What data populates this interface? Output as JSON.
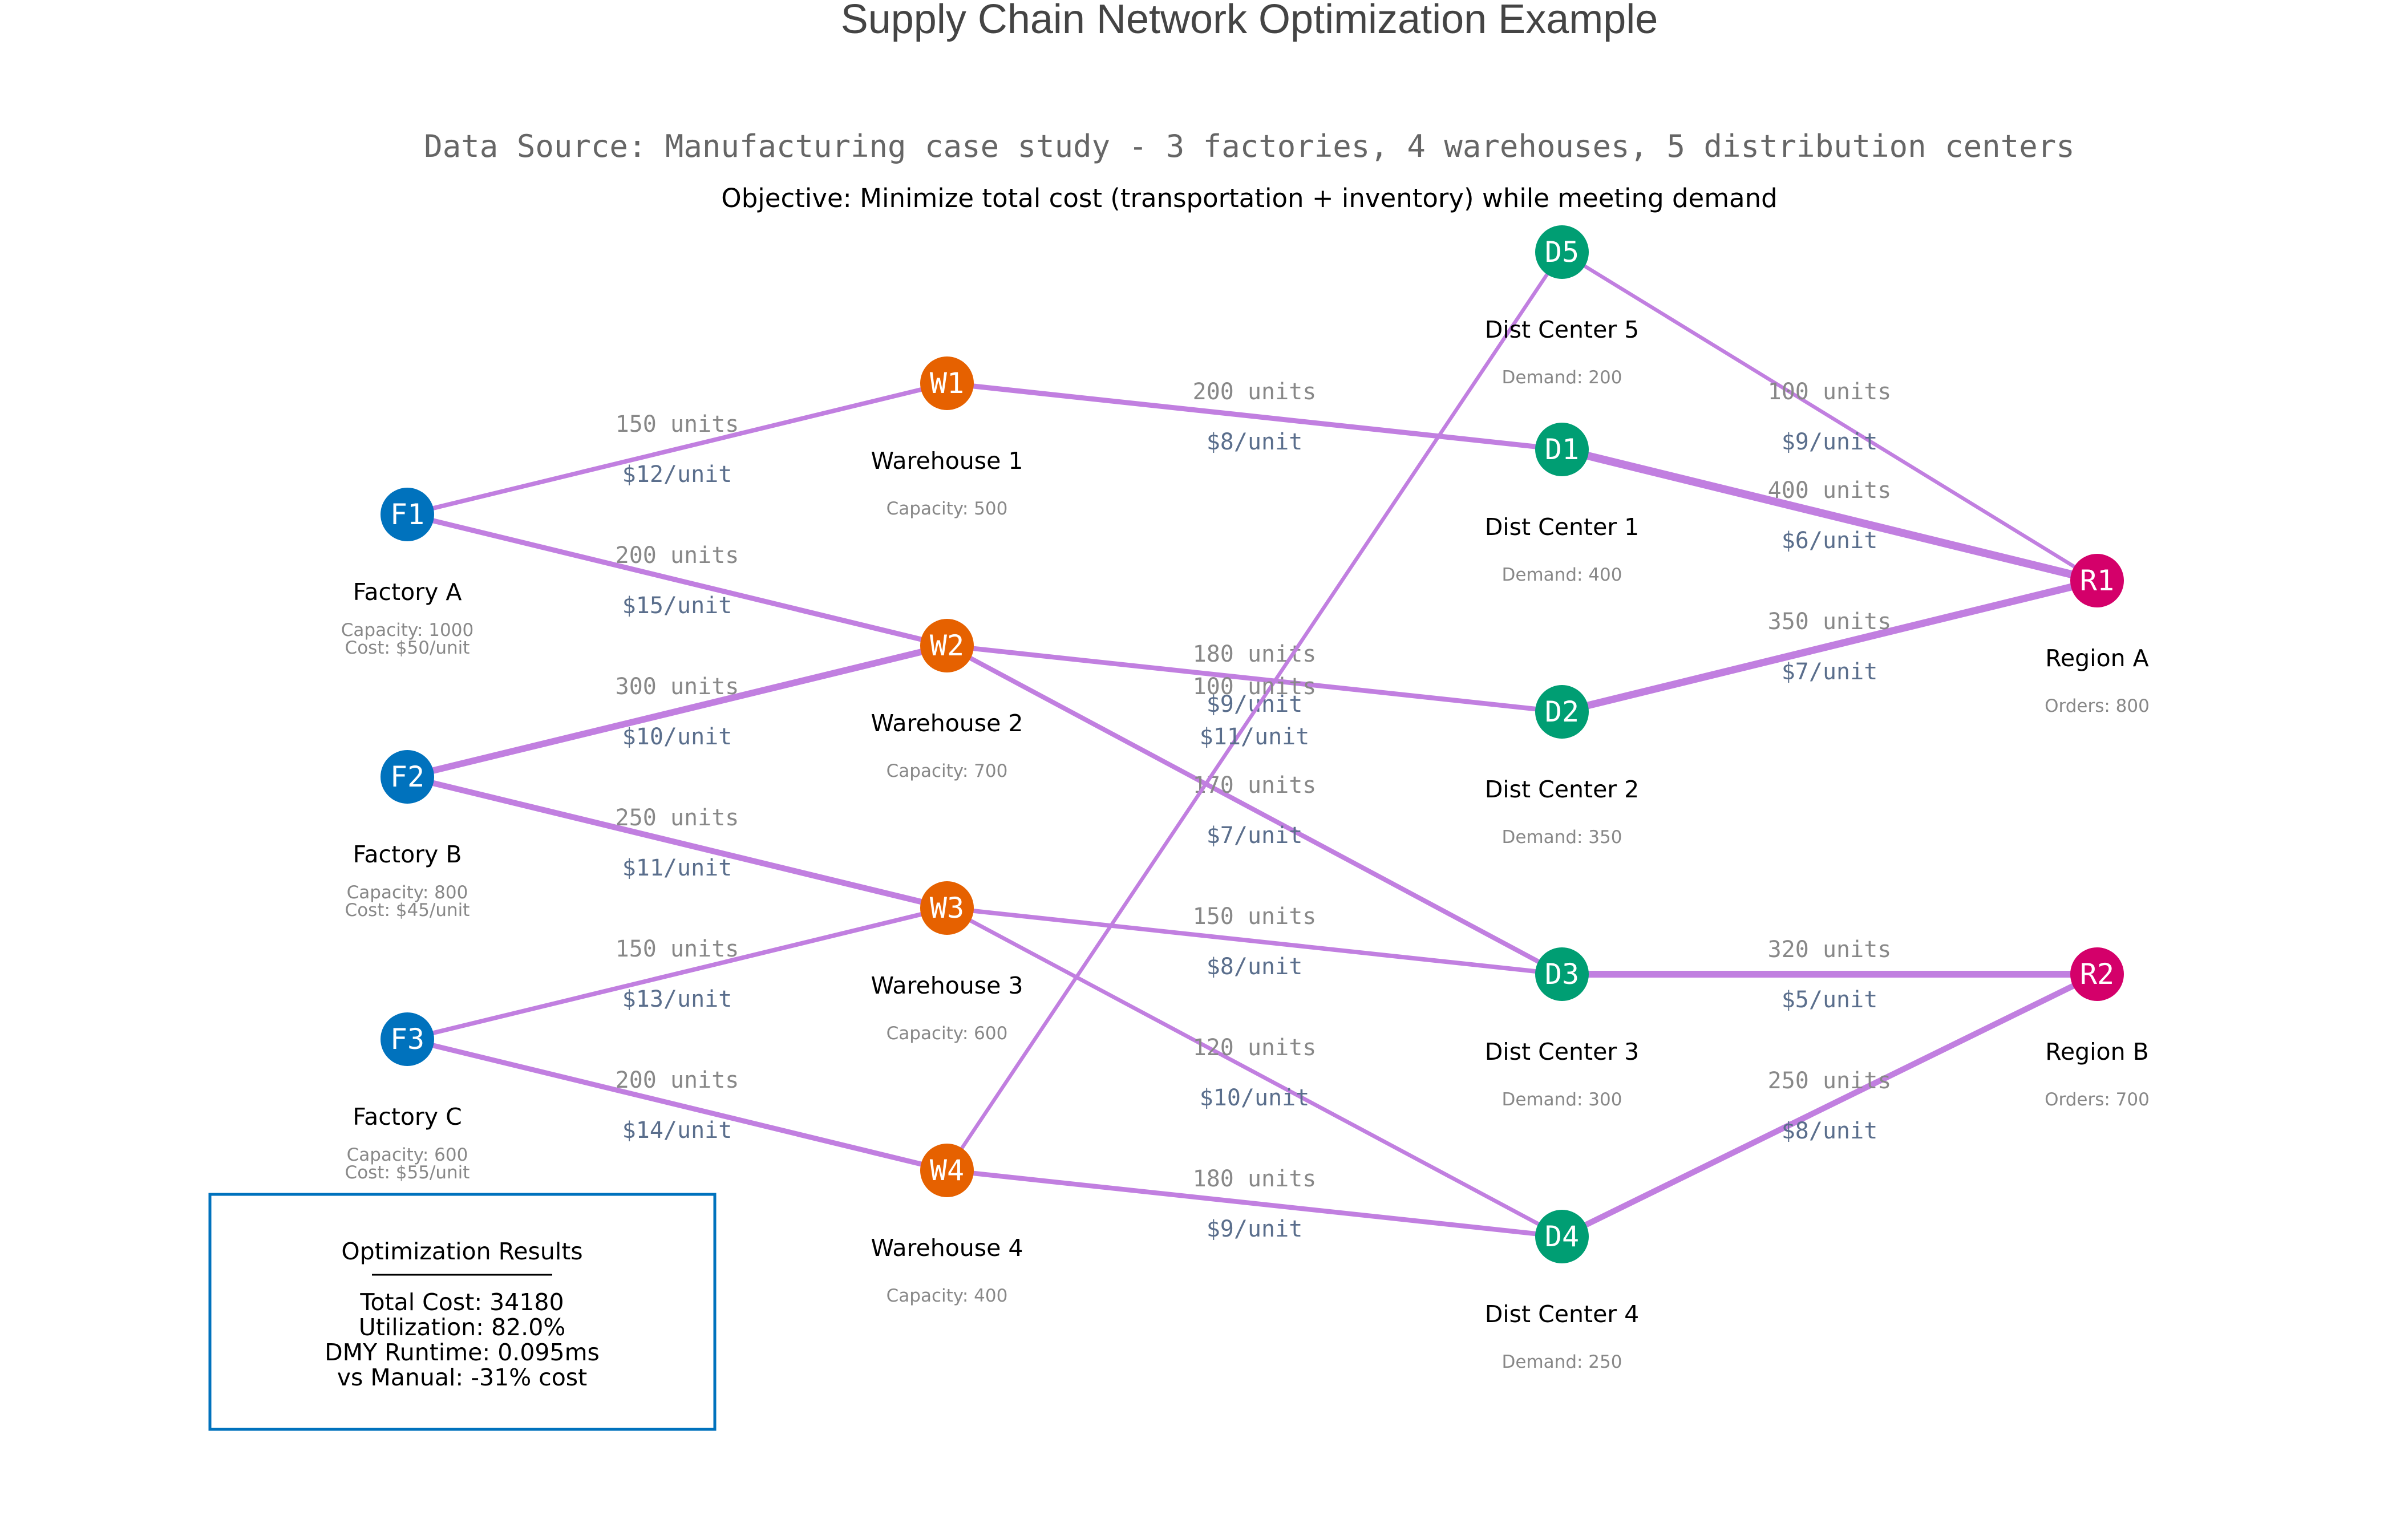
{
  "title": "Supply Chain Network Optimization Example",
  "data_source": "Data Source: Manufacturing case study - 3 factories, 4 warehouses, 5 distribution centers",
  "objective": "Objective: Minimize total cost (transportation + inventory) while meeting demand",
  "colors": {
    "factory": "#0072BD",
    "warehouse": "#E66100",
    "dist_center": "#009E73",
    "region": "#D4006A",
    "edge": "#C17FE0",
    "results_border": "#0072BD"
  },
  "nodes": [
    {
      "id": "F1",
      "name": "Factory A",
      "info": "Capacity: 1000",
      "cost": "Cost: $50/unit",
      "type": "factory"
    },
    {
      "id": "F2",
      "name": "Factory B",
      "info": "Capacity: 800",
      "cost": "Cost: $45/unit",
      "type": "factory"
    },
    {
      "id": "F3",
      "name": "Factory C",
      "info": "Capacity: 600",
      "cost": "Cost: $55/unit",
      "type": "factory"
    },
    {
      "id": "W1",
      "name": "Warehouse 1",
      "info": "Capacity: 500",
      "type": "warehouse"
    },
    {
      "id": "W2",
      "name": "Warehouse 2",
      "info": "Capacity: 700",
      "type": "warehouse"
    },
    {
      "id": "W3",
      "name": "Warehouse 3",
      "info": "Capacity: 600",
      "type": "warehouse"
    },
    {
      "id": "W4",
      "name": "Warehouse 4",
      "info": "Capacity: 400",
      "type": "warehouse"
    },
    {
      "id": "D5",
      "name": "Dist Center 5",
      "info": "Demand: 200",
      "type": "dist_center"
    },
    {
      "id": "D1",
      "name": "Dist Center 1",
      "info": "Demand: 400",
      "type": "dist_center"
    },
    {
      "id": "D2",
      "name": "Dist Center 2",
      "info": "Demand: 350",
      "type": "dist_center"
    },
    {
      "id": "D3",
      "name": "Dist Center 3",
      "info": "Demand: 300",
      "type": "dist_center"
    },
    {
      "id": "D4",
      "name": "Dist Center 4",
      "info": "Demand: 250",
      "type": "dist_center"
    },
    {
      "id": "R1",
      "name": "Region A",
      "info": "Orders: 800",
      "type": "region"
    },
    {
      "id": "R2",
      "name": "Region B",
      "info": "Orders: 700",
      "type": "region"
    }
  ],
  "edges": [
    {
      "from": "F1",
      "to": "W1",
      "units": "150 units",
      "cost": "$12/unit",
      "flow": 150
    },
    {
      "from": "F1",
      "to": "W2",
      "units": "200 units",
      "cost": "$15/unit",
      "flow": 200
    },
    {
      "from": "F2",
      "to": "W2",
      "units": "300 units",
      "cost": "$10/unit",
      "flow": 300
    },
    {
      "from": "F2",
      "to": "W3",
      "units": "250 units",
      "cost": "$11/unit",
      "flow": 250
    },
    {
      "from": "F3",
      "to": "W3",
      "units": "150 units",
      "cost": "$13/unit",
      "flow": 150
    },
    {
      "from": "F3",
      "to": "W4",
      "units": "200 units",
      "cost": "$14/unit",
      "flow": 200
    },
    {
      "from": "W1",
      "to": "D1",
      "units": "200 units",
      "cost": "$8/unit",
      "flow": 200
    },
    {
      "from": "W2",
      "to": "D2",
      "units": "180 units",
      "cost": "$9/unit",
      "flow": 180
    },
    {
      "from": "W2",
      "to": "D3",
      "units": "170 units",
      "cost": "$7/unit",
      "flow": 170
    },
    {
      "from": "W3",
      "to": "D3",
      "units": "150 units",
      "cost": "$8/unit",
      "flow": 150
    },
    {
      "from": "W3",
      "to": "D4",
      "units": "120 units",
      "cost": "$10/unit",
      "flow": 120
    },
    {
      "from": "W4",
      "to": "D4",
      "units": "180 units",
      "cost": "$9/unit",
      "flow": 180
    },
    {
      "from": "W4",
      "to": "D5",
      "units": "100 units",
      "cost": "$11/unit",
      "flow": 100
    },
    {
      "from": "D1",
      "to": "R1",
      "units": "400 units",
      "cost": "$6/unit",
      "flow": 400
    },
    {
      "from": "D2",
      "to": "R1",
      "units": "350 units",
      "cost": "$7/unit",
      "flow": 350
    },
    {
      "from": "D5",
      "to": "R1",
      "units": "100 units",
      "cost": "$9/unit",
      "flow": 100
    },
    {
      "from": "D3",
      "to": "R2",
      "units": "320 units",
      "cost": "$5/unit",
      "flow": 320
    },
    {
      "from": "D4",
      "to": "R2",
      "units": "250 units",
      "cost": "$8/unit",
      "flow": 250
    }
  ],
  "results": {
    "heading": "Optimization Results",
    "total_cost": "Total Cost: 34180",
    "utilization": "Utilization: 82.0%",
    "runtime": "DMY Runtime: 0.095ms",
    "vs_manual": "vs Manual: -31% cost"
  }
}
